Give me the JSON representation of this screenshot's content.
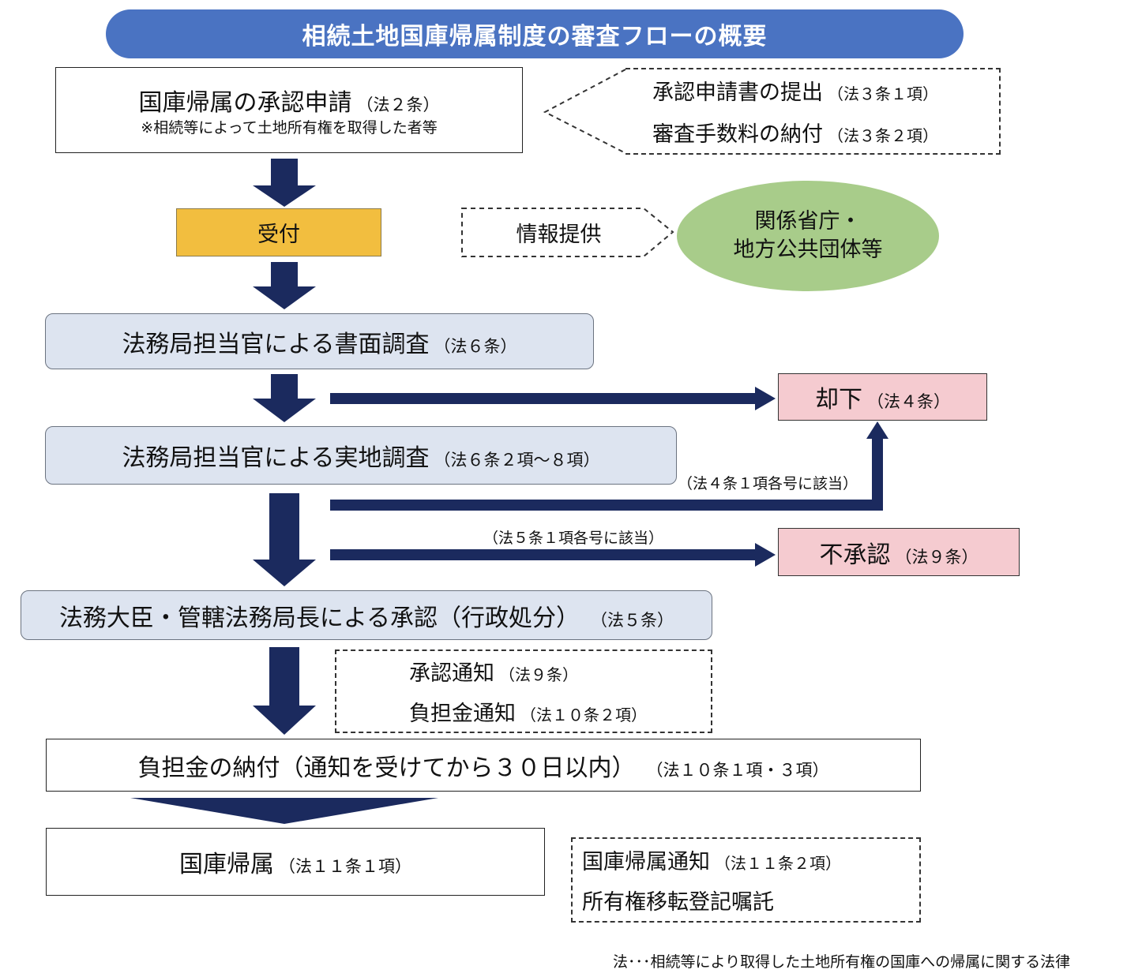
{
  "title": "相続土地国庫帰属制度の審査フローの概要",
  "application": {
    "main": "国庫帰属の承認申請",
    "law": "（法２条）",
    "note": "※相続等によって土地所有権を取得した者等"
  },
  "submission": {
    "item1": "承認申請書の提出",
    "item1_law": "（法３条１項）",
    "item2": "審査手数料の納付",
    "item2_law": "（法３条２項）"
  },
  "reception": "受付",
  "info": {
    "label": "情報提供",
    "agencies_line1": "関係省庁・",
    "agencies_line2": "地方公共団体等"
  },
  "document_review": {
    "main": "法務局担当官による書面調査",
    "law": "（法６条）"
  },
  "rejection": {
    "main": "却下",
    "law": "（法４条）"
  },
  "field_review": {
    "main": "法務局担当官による実地調査",
    "law": "（法６条２項～８項）"
  },
  "note_art4": "（法４条１項各号に該当）",
  "note_art5": "（法５条１項各号に該当）",
  "disapproval": {
    "main": "不承認",
    "law": "（法９条）"
  },
  "approval": {
    "main": "法務大臣・管轄法務局長による承認（行政処分）",
    "law": "（法５条）"
  },
  "notices": {
    "item1": "承認通知",
    "item1_law": "（法９条）",
    "item2": "負担金通知",
    "item2_law": "（法１０条２項）"
  },
  "payment": {
    "main": "負担金の納付（通知を受けてから３０日以内）",
    "law": "（法１０条１項・３項）"
  },
  "vesting": {
    "main": "国庫帰属",
    "law": "（法１１条１項）"
  },
  "vesting_notice": {
    "item1": "国庫帰属通知",
    "item1_law": "（法１１条２項）",
    "item2": "所有権移転登記嘱託"
  },
  "footnote": "法･･･相続等により取得した土地所有権の国庫への帰属に関する法律",
  "colors": {
    "title_bg": "#4a73c2",
    "arrow": "#1b2a5e",
    "review_box": "#dde4f0",
    "reject_box": "#f5cbd0",
    "reception_box": "#f2be3f",
    "agencies_ellipse": "#a8cc8a"
  }
}
